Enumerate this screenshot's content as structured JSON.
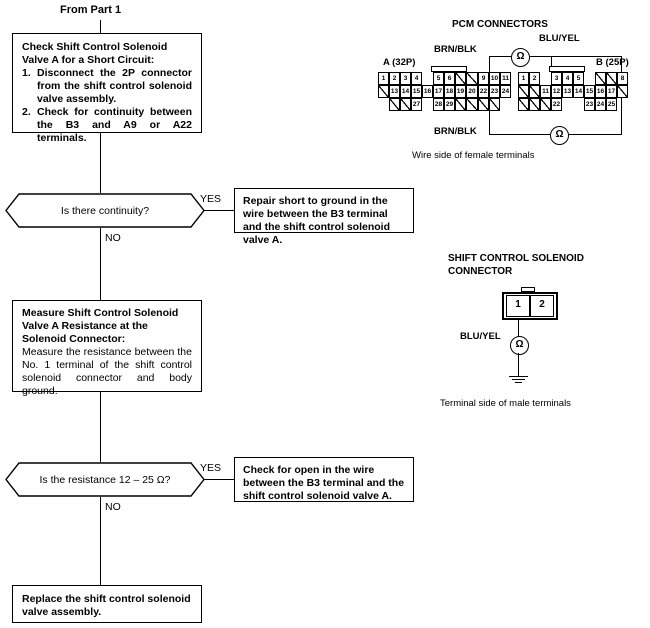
{
  "flow": {
    "entry_label": "From Part 1",
    "box1": {
      "heading": "Check Shift Control Solenoid Valve A for a Short Circuit:",
      "steps": [
        {
          "num": "1.",
          "text": "Disconnect the 2P connector from the shift control solenoid valve assembly."
        },
        {
          "num": "2.",
          "text": "Check for continuity between the B3 and A9 or A22 terminals."
        }
      ]
    },
    "decision1": {
      "question": "Is there continuity?",
      "yes": "YES",
      "no": "NO"
    },
    "result1": "Repair short to ground in the wire between the B3 terminal and the shift control solenoid valve A.",
    "box2": {
      "heading": "Measure Shift Control Solenoid Valve A Resistance at the Solenoid Connector:",
      "body": "Measure the resistance between the No. 1 terminal of the shift control solenoid connector and body ground."
    },
    "decision2": {
      "question": "Is the resistance 12 – 25 Ω?",
      "yes": "YES",
      "no": "NO"
    },
    "result2": "Check for open in the wire between the B3 terminal and the shift control solenoid valve A.",
    "final": "Replace the shift control solenoid valve assembly."
  },
  "pcm": {
    "title": "PCM CONNECTORS",
    "connector_a_label": "A (32P)",
    "connector_b_label": "B (25P)",
    "wire_brn_blk_top": "BRN/BLK",
    "wire_brn_blk_bottom": "BRN/BLK",
    "wire_blu_yel": "BLU/YEL",
    "meter_symbol": "Ω",
    "caption": "Wire side of female terminals",
    "connector_a": {
      "row1": [
        "1",
        "2",
        "3",
        "4",
        "",
        "5",
        "6",
        "",
        "",
        "9",
        "10",
        "11"
      ],
      "row2": [
        "",
        "13",
        "14",
        "15",
        "16",
        "17",
        "18",
        "19",
        "20",
        "",
        "22",
        "23",
        "24"
      ],
      "row3": [
        "",
        "",
        "27",
        "",
        "28",
        "29",
        "",
        "",
        ""
      ]
    },
    "connector_b": {
      "row1": [
        "1",
        "2",
        "",
        "3",
        "4",
        "5",
        "",
        "",
        "8"
      ],
      "row2": [
        "",
        "",
        "11",
        "12",
        "13",
        "14",
        "15",
        "16",
        "17",
        ""
      ],
      "row3": [
        "",
        "",
        "",
        "22",
        "23",
        "24",
        "25"
      ]
    }
  },
  "solenoid": {
    "title": "SHIFT CONTROL SOLENOID CONNECTOR",
    "terminal_1": "1",
    "terminal_2": "2",
    "wire_label": "BLU/YEL",
    "meter_symbol": "Ω",
    "caption": "Terminal side of male terminals"
  },
  "colors": {
    "ink": "#000000",
    "paper": "#ffffff"
  }
}
